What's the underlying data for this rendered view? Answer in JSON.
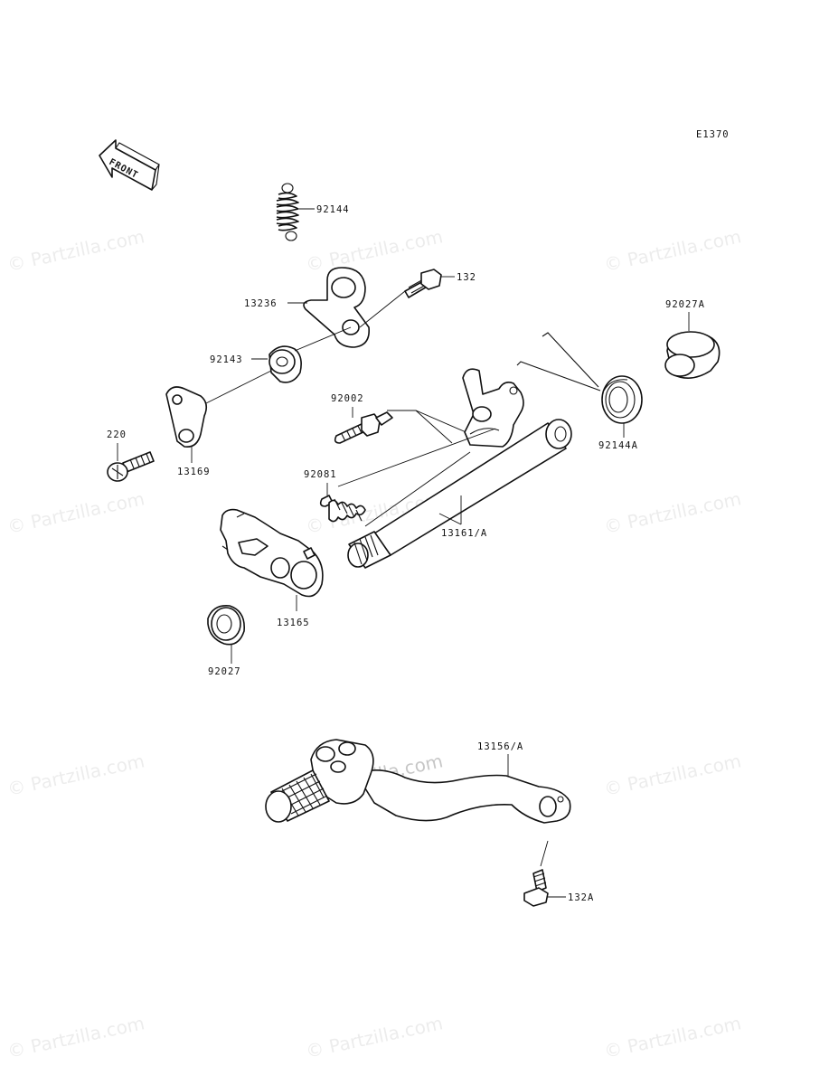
{
  "diagram": {
    "code": "E1370",
    "front_label": "FRONT",
    "parts": [
      {
        "id": "spring-92144",
        "label": "92144"
      },
      {
        "id": "bolt-132",
        "label": "132"
      },
      {
        "id": "plate-13236",
        "label": "13236"
      },
      {
        "id": "collar-92027a",
        "label": "92027A"
      },
      {
        "id": "collar-92143",
        "label": "92143"
      },
      {
        "id": "pin-92002",
        "label": "92002"
      },
      {
        "id": "spring-92144a",
        "label": "92144A"
      },
      {
        "id": "screw-220",
        "label": "220"
      },
      {
        "id": "plate-13169",
        "label": "13169"
      },
      {
        "id": "spring-92081",
        "label": "92081"
      },
      {
        "id": "shaft-13161a",
        "label": "13161/A"
      },
      {
        "id": "arm-13165",
        "label": "13165"
      },
      {
        "id": "seal-92027",
        "label": "92027"
      },
      {
        "id": "pedal-13156a",
        "label": "13156/A"
      },
      {
        "id": "bolt-132a",
        "label": "132A"
      }
    ]
  },
  "watermark": "© Partzilla.com"
}
